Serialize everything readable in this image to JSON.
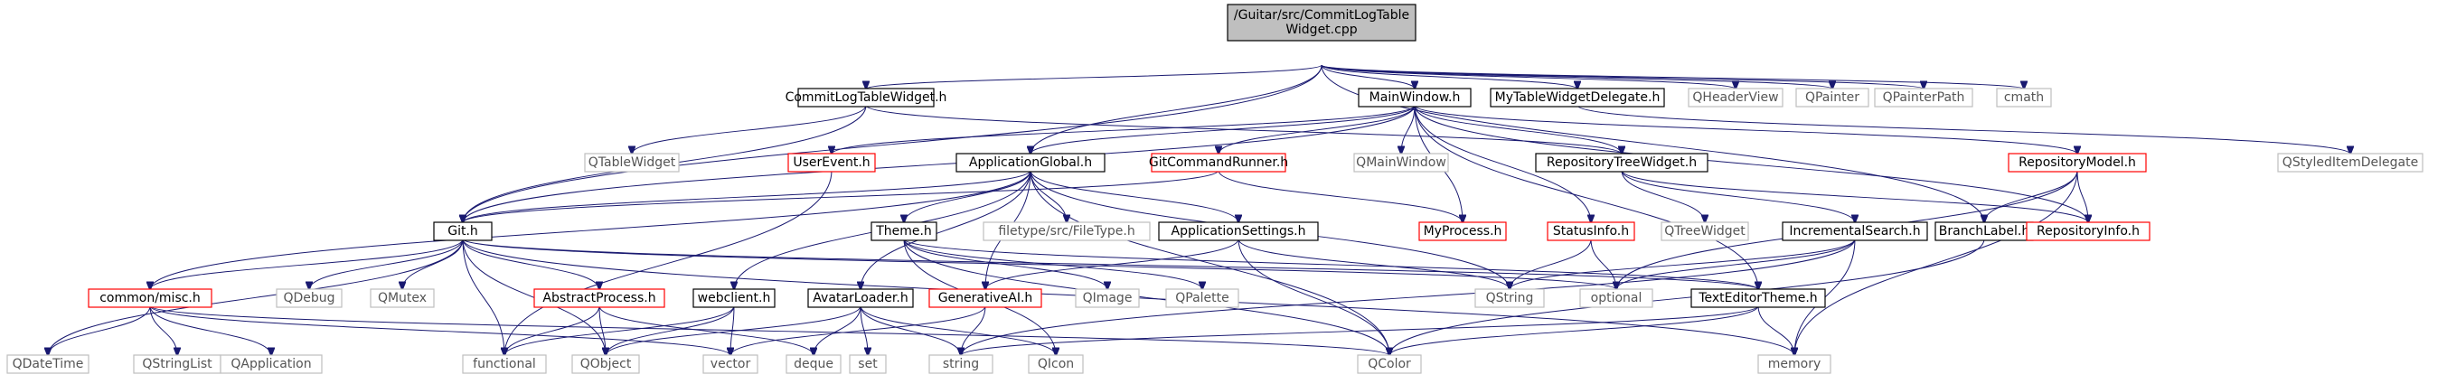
{
  "graph": {
    "colors": {
      "edge": "#191970",
      "root_fill": "#bfbfbf",
      "border_normal": "#000000",
      "border_missing": "#ff0000",
      "border_external": "#bfbfbf",
      "text_normal": "#000000",
      "text_external": "#555555"
    },
    "nodes": [
      {
        "id": "root",
        "label": "/Guitar/src/CommitLogTable\nWidget.cpp",
        "kind": "root"
      },
      {
        "id": "clt",
        "label": "CommitLogTableWidget.h",
        "kind": "normal"
      },
      {
        "id": "mw",
        "label": "MainWindow.h",
        "kind": "normal"
      },
      {
        "id": "mtwd",
        "label": "MyTableWidgetDelegate.h",
        "kind": "normal"
      },
      {
        "id": "qheaderview",
        "label": "QHeaderView",
        "kind": "external"
      },
      {
        "id": "qpainter",
        "label": "QPainter",
        "kind": "external"
      },
      {
        "id": "qpainterpath",
        "label": "QPainterPath",
        "kind": "external"
      },
      {
        "id": "cmath",
        "label": "cmath",
        "kind": "external"
      },
      {
        "id": "qtablewidget",
        "label": "QTableWidget",
        "kind": "external"
      },
      {
        "id": "userevent",
        "label": "UserEvent.h",
        "kind": "missing"
      },
      {
        "id": "appglobal",
        "label": "ApplicationGlobal.h",
        "kind": "normal"
      },
      {
        "id": "gitcmd",
        "label": "GitCommandRunner.h",
        "kind": "missing"
      },
      {
        "id": "qmainwindow",
        "label": "QMainWindow",
        "kind": "external"
      },
      {
        "id": "repotree",
        "label": "RepositoryTreeWidget.h",
        "kind": "normal"
      },
      {
        "id": "repomodel",
        "label": "RepositoryModel.h",
        "kind": "missing"
      },
      {
        "id": "qstyled",
        "label": "QStyledItemDelegate",
        "kind": "external"
      },
      {
        "id": "git",
        "label": "Git.h",
        "kind": "normal"
      },
      {
        "id": "theme",
        "label": "Theme.h",
        "kind": "normal"
      },
      {
        "id": "filetype",
        "label": "filetype/src/FileType.h",
        "kind": "external"
      },
      {
        "id": "appsettings",
        "label": "ApplicationSettings.h",
        "kind": "normal"
      },
      {
        "id": "myprocess",
        "label": "MyProcess.h",
        "kind": "missing"
      },
      {
        "id": "statusinfo",
        "label": "StatusInfo.h",
        "kind": "missing"
      },
      {
        "id": "qtreewidget",
        "label": "QTreeWidget",
        "kind": "external"
      },
      {
        "id": "incsearch",
        "label": "IncrementalSearch.h",
        "kind": "normal"
      },
      {
        "id": "branchlabel",
        "label": "BranchLabel.h",
        "kind": "normal"
      },
      {
        "id": "repoinfo",
        "label": "RepositoryInfo.h",
        "kind": "missing"
      },
      {
        "id": "commonmisc",
        "label": "common/misc.h",
        "kind": "missing"
      },
      {
        "id": "qdebug",
        "label": "QDebug",
        "kind": "external"
      },
      {
        "id": "qmutex",
        "label": "QMutex",
        "kind": "external"
      },
      {
        "id": "abstractprocess",
        "label": "AbstractProcess.h",
        "kind": "missing"
      },
      {
        "id": "webclient",
        "label": "webclient.h",
        "kind": "normal"
      },
      {
        "id": "avatarloader",
        "label": "AvatarLoader.h",
        "kind": "normal"
      },
      {
        "id": "generativeai",
        "label": "GenerativeAI.h",
        "kind": "missing"
      },
      {
        "id": "qimage",
        "label": "QImage",
        "kind": "external"
      },
      {
        "id": "qpalette",
        "label": "QPalette",
        "kind": "external"
      },
      {
        "id": "qstring",
        "label": "QString",
        "kind": "external"
      },
      {
        "id": "optional",
        "label": "optional",
        "kind": "external"
      },
      {
        "id": "texteditortheme",
        "label": "TextEditorTheme.h",
        "kind": "normal"
      },
      {
        "id": "qdatetime",
        "label": "QDateTime",
        "kind": "external"
      },
      {
        "id": "qstringlist",
        "label": "QStringList",
        "kind": "external"
      },
      {
        "id": "qapplication",
        "label": "QApplication",
        "kind": "external"
      },
      {
        "id": "functional",
        "label": "functional",
        "kind": "external"
      },
      {
        "id": "qobject",
        "label": "QObject",
        "kind": "external"
      },
      {
        "id": "vector",
        "label": "vector",
        "kind": "external"
      },
      {
        "id": "deque",
        "label": "deque",
        "kind": "external"
      },
      {
        "id": "set",
        "label": "set",
        "kind": "external"
      },
      {
        "id": "string",
        "label": "string",
        "kind": "external"
      },
      {
        "id": "qicon",
        "label": "QIcon",
        "kind": "external"
      },
      {
        "id": "qcolor",
        "label": "QColor",
        "kind": "external"
      },
      {
        "id": "memory",
        "label": "memory",
        "kind": "external"
      }
    ],
    "edges": [
      [
        "root",
        "clt"
      ],
      [
        "root",
        "mw"
      ],
      [
        "root",
        "mtwd"
      ],
      [
        "root",
        "qheaderview"
      ],
      [
        "root",
        "qpainter"
      ],
      [
        "root",
        "qpainterpath"
      ],
      [
        "root",
        "cmath"
      ],
      [
        "root",
        "git"
      ],
      [
        "root",
        "appglobal"
      ],
      [
        "root",
        "branchlabel"
      ],
      [
        "clt",
        "qtablewidget"
      ],
      [
        "clt",
        "git"
      ],
      [
        "clt",
        "repotree"
      ],
      [
        "mw",
        "userevent"
      ],
      [
        "mw",
        "gitcmd"
      ],
      [
        "mw",
        "qmainwindow"
      ],
      [
        "mw",
        "repotree"
      ],
      [
        "mw",
        "repomodel"
      ],
      [
        "mw",
        "myprocess"
      ],
      [
        "mw",
        "statusinfo"
      ],
      [
        "mw",
        "repoinfo"
      ],
      [
        "mw",
        "texteditortheme"
      ],
      [
        "mw",
        "git"
      ],
      [
        "mw",
        "appglobal"
      ],
      [
        "mtwd",
        "qstyled"
      ],
      [
        "userevent",
        "functional"
      ],
      [
        "appglobal",
        "git"
      ],
      [
        "appglobal",
        "theme"
      ],
      [
        "appglobal",
        "filetype"
      ],
      [
        "appglobal",
        "appsettings"
      ],
      [
        "appglobal",
        "webclient"
      ],
      [
        "appglobal",
        "avatarloader"
      ],
      [
        "appglobal",
        "generativeai"
      ],
      [
        "appglobal",
        "commonmisc"
      ],
      [
        "appglobal",
        "qstring"
      ],
      [
        "appglobal",
        "qcolor"
      ],
      [
        "gitcmd",
        "myprocess"
      ],
      [
        "gitcmd",
        "git"
      ],
      [
        "repotree",
        "qtreewidget"
      ],
      [
        "repotree",
        "incsearch"
      ],
      [
        "repotree",
        "repoinfo"
      ],
      [
        "repomodel",
        "branchlabel"
      ],
      [
        "repomodel",
        "repoinfo"
      ],
      [
        "repomodel",
        "optional"
      ],
      [
        "repomodel",
        "memory"
      ],
      [
        "git",
        "commonmisc"
      ],
      [
        "git",
        "qdebug"
      ],
      [
        "git",
        "qmutex"
      ],
      [
        "git",
        "abstractprocess"
      ],
      [
        "git",
        "functional"
      ],
      [
        "git",
        "qobject"
      ],
      [
        "git",
        "qdatetime"
      ],
      [
        "git",
        "optional"
      ],
      [
        "git",
        "memory"
      ],
      [
        "git",
        "texteditortheme"
      ],
      [
        "theme",
        "qimage"
      ],
      [
        "theme",
        "qpalette"
      ],
      [
        "theme",
        "qicon"
      ],
      [
        "theme",
        "qcolor"
      ],
      [
        "theme",
        "texteditortheme"
      ],
      [
        "appsettings",
        "qstring"
      ],
      [
        "appsettings",
        "qcolor"
      ],
      [
        "appsettings",
        "generativeai"
      ],
      [
        "statusinfo",
        "qstring"
      ],
      [
        "statusinfo",
        "optional"
      ],
      [
        "incsearch",
        "qstring"
      ],
      [
        "incsearch",
        "optional"
      ],
      [
        "incsearch",
        "memory"
      ],
      [
        "incsearch",
        "string"
      ],
      [
        "branchlabel",
        "qcolor"
      ],
      [
        "commonmisc",
        "qdatetime"
      ],
      [
        "commonmisc",
        "qstringlist"
      ],
      [
        "commonmisc",
        "qapplication"
      ],
      [
        "commonmisc",
        "vector"
      ],
      [
        "commonmisc",
        "qcolor"
      ],
      [
        "abstractprocess",
        "functional"
      ],
      [
        "abstractprocess",
        "qobject"
      ],
      [
        "abstractprocess",
        "deque"
      ],
      [
        "webclient",
        "vector"
      ],
      [
        "webclient",
        "functional"
      ],
      [
        "webclient",
        "qobject"
      ],
      [
        "avatarloader",
        "qobject"
      ],
      [
        "avatarloader",
        "deque"
      ],
      [
        "avatarloader",
        "set"
      ],
      [
        "avatarloader",
        "string"
      ],
      [
        "avatarloader",
        "qicon"
      ],
      [
        "generativeai",
        "string"
      ],
      [
        "generativeai",
        "vector"
      ],
      [
        "texteditortheme",
        "qcolor"
      ],
      [
        "texteditortheme",
        "memory"
      ],
      [
        "texteditortheme",
        "string"
      ]
    ]
  }
}
